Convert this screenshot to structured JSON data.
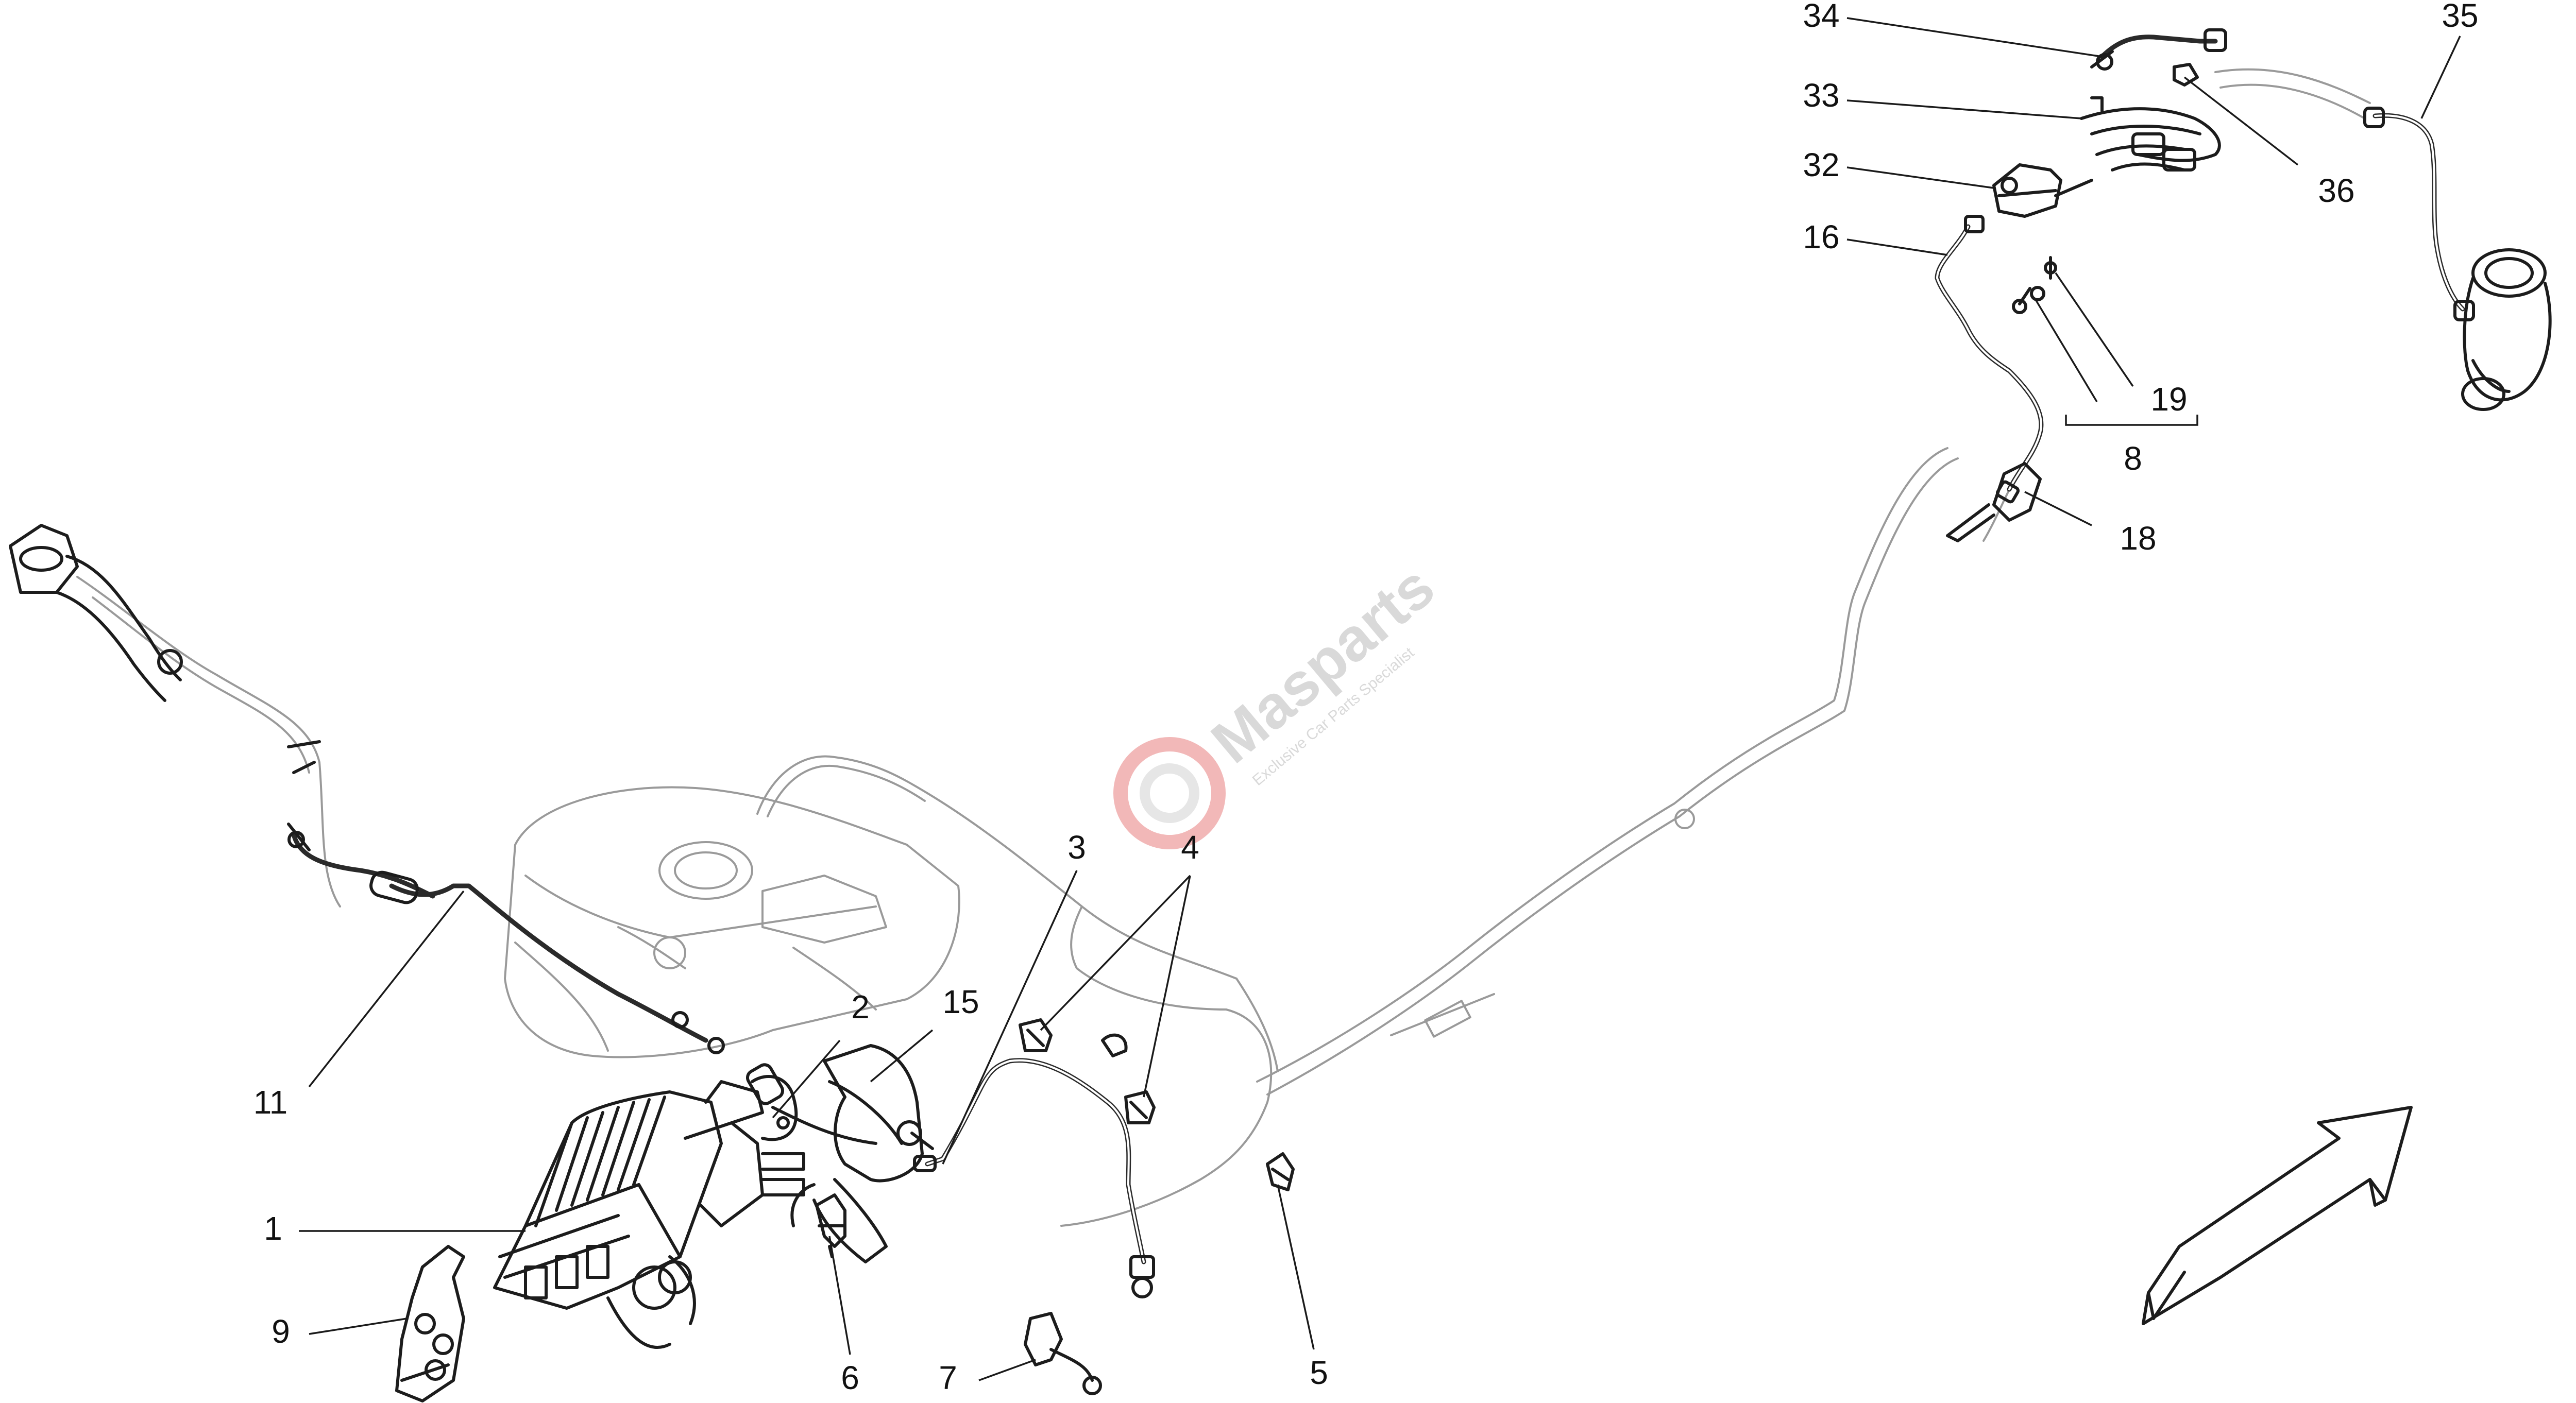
{
  "diagram": {
    "callouts": {
      "c1": "1",
      "c2": "2",
      "c3": "3",
      "c4": "4",
      "c5": "5",
      "c6": "6",
      "c7": "7",
      "c8": "8",
      "c9": "9",
      "c11": "11",
      "c15": "15",
      "c16": "16",
      "c18": "18",
      "c19": "19",
      "c32": "32",
      "c33": "33",
      "c34": "34",
      "c35": "35",
      "c36": "36"
    }
  },
  "watermark": {
    "brand": "Masparts",
    "tagline": "Exclusive Car Parts Specialist",
    "colors": {
      "ring": "#f2b8b8",
      "text": "#d9d9d9"
    }
  },
  "colors": {
    "line": "#1c1c1c",
    "ghost": "#9a9a9a",
    "background": "#ffffff"
  }
}
